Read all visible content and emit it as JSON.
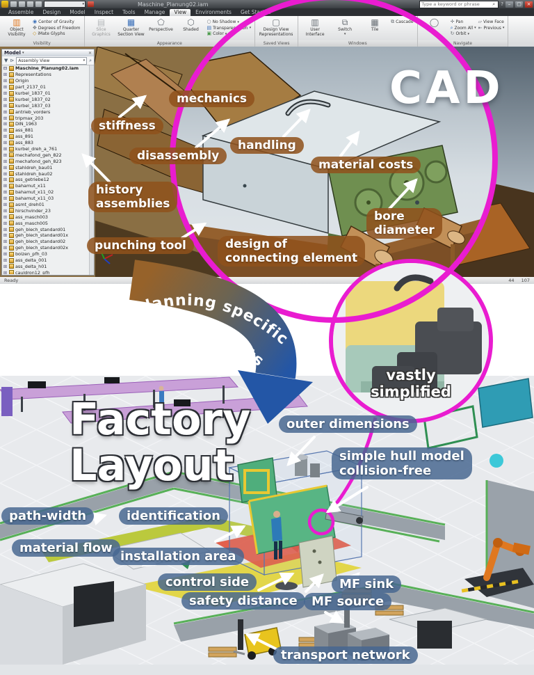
{
  "window": {
    "title": "Maschine_Planung02.iam",
    "search_placeholder": "Type a keyword or phrase",
    "tabs": [
      "Assemble",
      "Design",
      "Model",
      "Inspect",
      "Tools",
      "Manage",
      "View",
      "Environments",
      "Get Started"
    ],
    "active_tab": "View",
    "ribbon": {
      "groups": {
        "visibility": "Visibility",
        "appearance": "Appearance",
        "saved_views": "Saved Views",
        "windows": "Windows",
        "navigate": "Navigate"
      },
      "buttons": {
        "object_visibility": "Object Visibility",
        "center_of_gravity": "Center of Gravity",
        "degrees_of_freedom": "Degrees of Freedom",
        "imate_glyphs": "iMate Glyphs",
        "slice_graphics": "Slice Graphics",
        "quarter_section_view": "Quarter Section View",
        "perspective": "Perspective",
        "shaded": "Shaded",
        "no_shadow": "No Shadow",
        "transparency_on": "Transparency On",
        "color": "Color",
        "design_view_representations": "Design View Representations",
        "user_interface": "User Interface",
        "switch": "Switch",
        "tile": "Tile",
        "cascade": "Cascade",
        "pan": "Pan",
        "zoom_all": "Zoom All",
        "orbit": "Orbit",
        "view_face": "View Face",
        "previous": "Previous"
      }
    },
    "model_panel": {
      "header": "Model",
      "view_mode": "Assembly View",
      "root": "Maschine_Planung02.iam",
      "items": [
        "Representations",
        "Origin",
        "part_2137_01",
        "kurbel_1837_01",
        "kurbel_1837_02",
        "kurbel_1837_03",
        "antrieb_vorders",
        "tripmax_203",
        "DIN_1963",
        "ass_881",
        "ass_891",
        "ass_883",
        "kurbel_dreh_a_761",
        "mechafond_geh_822",
        "mechafond_geh_823",
        "stahldreh_bau01",
        "stahldreh_bau02",
        "ass_getriebe12",
        "bahamut_x11",
        "bahamut_x11_02",
        "bahamut_x11_03",
        "asmt_dreh01",
        "hirschvinder_23",
        "ass_masch003",
        "ass_masch005",
        "geh_blech_standard01",
        "geh_blech_standard01x",
        "geh_blech_standard02",
        "geh_blech_standard02x",
        "bolzen_pfh_03",
        "ass_delta_001",
        "ass_delta_h01",
        "cauldron12_pfh"
      ]
    },
    "status": {
      "left": "Ready",
      "right_a": "44",
      "right_b": "107"
    }
  },
  "cad": {
    "big_label": "CAD",
    "labels": {
      "mechanics": "mechanics",
      "stiffness": "stiffness",
      "disassembly": "disassembly",
      "handling": "handling",
      "material_costs": "material costs",
      "history_line1": "history",
      "history_line2": "assemblies",
      "bore_line1": "bore",
      "bore_line2": "diameter",
      "punching_tool": "punching tool",
      "design_line1": "design of",
      "design_line2": "connecting element"
    }
  },
  "transition": {
    "arc_line1": "planning specific",
    "arc_line2": "requirements"
  },
  "detail": {
    "caption_line1": "vastly",
    "caption_line2": "simplified"
  },
  "factory": {
    "title_line1": "Factory",
    "title_line2": "Layout",
    "labels": {
      "outer_dimensions": "outer dimensions",
      "hull_line1": "simple hull model",
      "hull_line2": "collision-free",
      "path_width": "path-width",
      "identification": "identification",
      "material_flow": "material flow",
      "installation_area": "installation area",
      "control_side": "control side",
      "safety_distance": "safety distance",
      "mf_sink": "MF sink",
      "mf_source": "MF source",
      "transport_network": "transport network"
    }
  },
  "colors": {
    "accent_magenta": "#E91CD0",
    "arrow_brown": "#96622A",
    "arrow_blue": "#2356A6",
    "pill_brown": "#8F521C",
    "pill_blue": "#466690"
  }
}
